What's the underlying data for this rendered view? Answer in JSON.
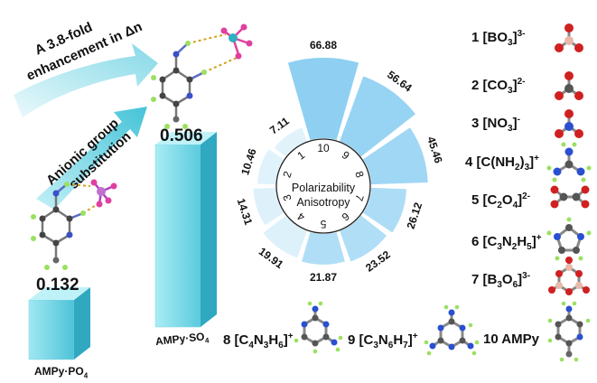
{
  "arrow": {
    "line1": "A 3.8-fold",
    "line2": "enhancement in Δn",
    "sub_line1": "Anionic group",
    "sub_line2": "substitution"
  },
  "bars": {
    "left_value": "0.132",
    "left_label": "AMPy·PO",
    "left_label_sub": "4",
    "right_value": "0.506",
    "right_label": "AMPy·SO",
    "right_label_sub": "4"
  },
  "polar": {
    "center_line1": "Polarizability",
    "center_line2": "Anisotropy",
    "values": [
      "66.88",
      "56.64",
      "45.46",
      "26.12",
      "23.52",
      "21.87",
      "19.91",
      "14.31",
      "10.46",
      "7.11"
    ],
    "indices": [
      "10",
      "9",
      "8",
      "7",
      "6",
      "5",
      "4",
      "3",
      "2",
      "1"
    ]
  },
  "items": [
    {
      "num": "1",
      "base": "[BO",
      "sub": "3",
      "close": "]",
      "sup": "3-"
    },
    {
      "num": "2",
      "base": "[CO",
      "sub": "3",
      "close": "]",
      "sup": "2-"
    },
    {
      "num": "3",
      "base": "[NO",
      "sub": "3",
      "close": "]",
      "sup": "-"
    },
    {
      "num": "4",
      "base": "[C(NH",
      "sub": "2",
      "close": ")3]",
      "sup": "+"
    },
    {
      "num": "5",
      "base": "[C",
      "sub": "2",
      "close": "O4]",
      "sup": "2-"
    },
    {
      "num": "6",
      "base": "[C",
      "sub": "3",
      "close": "N2H5]",
      "sup": "+"
    },
    {
      "num": "7",
      "base": "[B",
      "sub": "3",
      "close": "O6]",
      "sup": "3-"
    },
    {
      "num": "8",
      "base": "[C",
      "sub": "4",
      "close": "N3H6]",
      "sup": "+"
    },
    {
      "num": "9",
      "base": "[C",
      "sub": "3",
      "close": "N6H7]",
      "sup": "+"
    },
    {
      "num": "10",
      "base": "AMPy",
      "sub": "",
      "close": "",
      "sup": ""
    }
  ],
  "colors": {
    "bar_front": "#5cc9dc",
    "bar_side": "#2a9fb8",
    "bar_top": "#a8ecf4",
    "petal_dark": "#8fd0f2",
    "petal_light": "#cdeaf9",
    "arrow": "#7fd6e6"
  }
}
